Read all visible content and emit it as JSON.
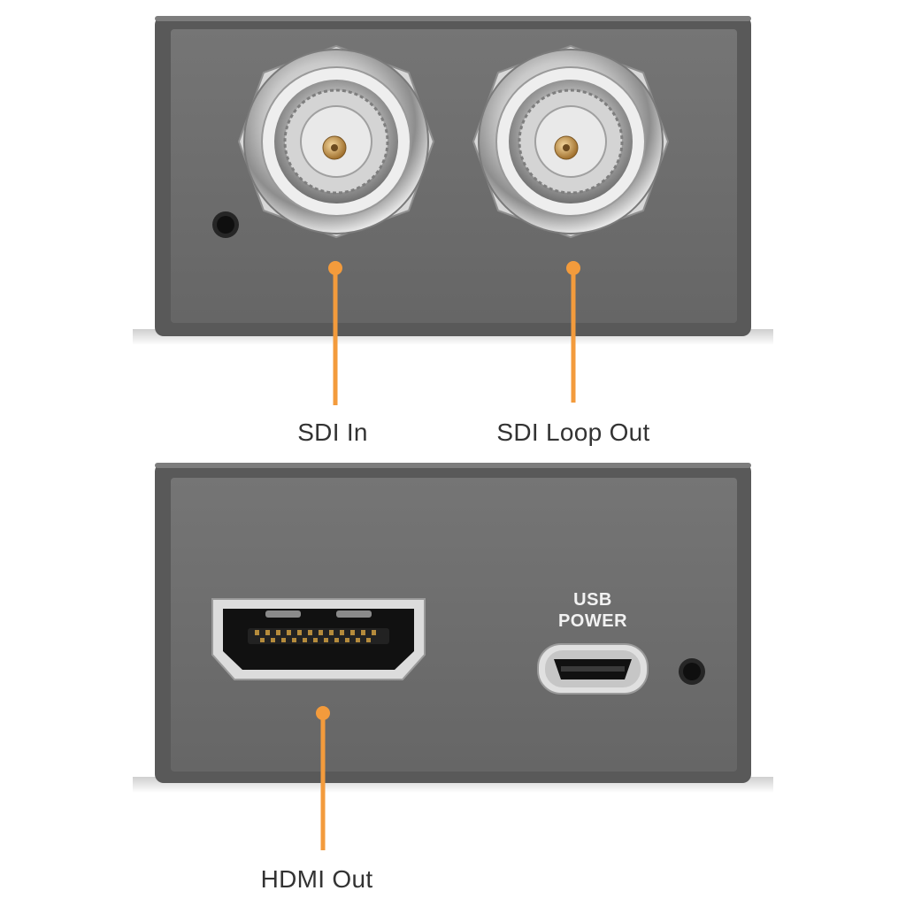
{
  "labels": {
    "sdi_in": "SDI In",
    "sdi_loop_out": "SDI Loop Out",
    "hdmi_out": "HDMI Out",
    "usb_power_line1": "USB",
    "usb_power_line2": "POWER"
  },
  "colors": {
    "callout": "#f39b3c",
    "panel": "#6e6e6e",
    "panel_dark": "#4a4a4a",
    "label_text": "#333333"
  },
  "icons": [
    "bnc-connector-icon",
    "hdmi-port-icon",
    "micro-usb-port-icon",
    "screw-hole-icon"
  ]
}
